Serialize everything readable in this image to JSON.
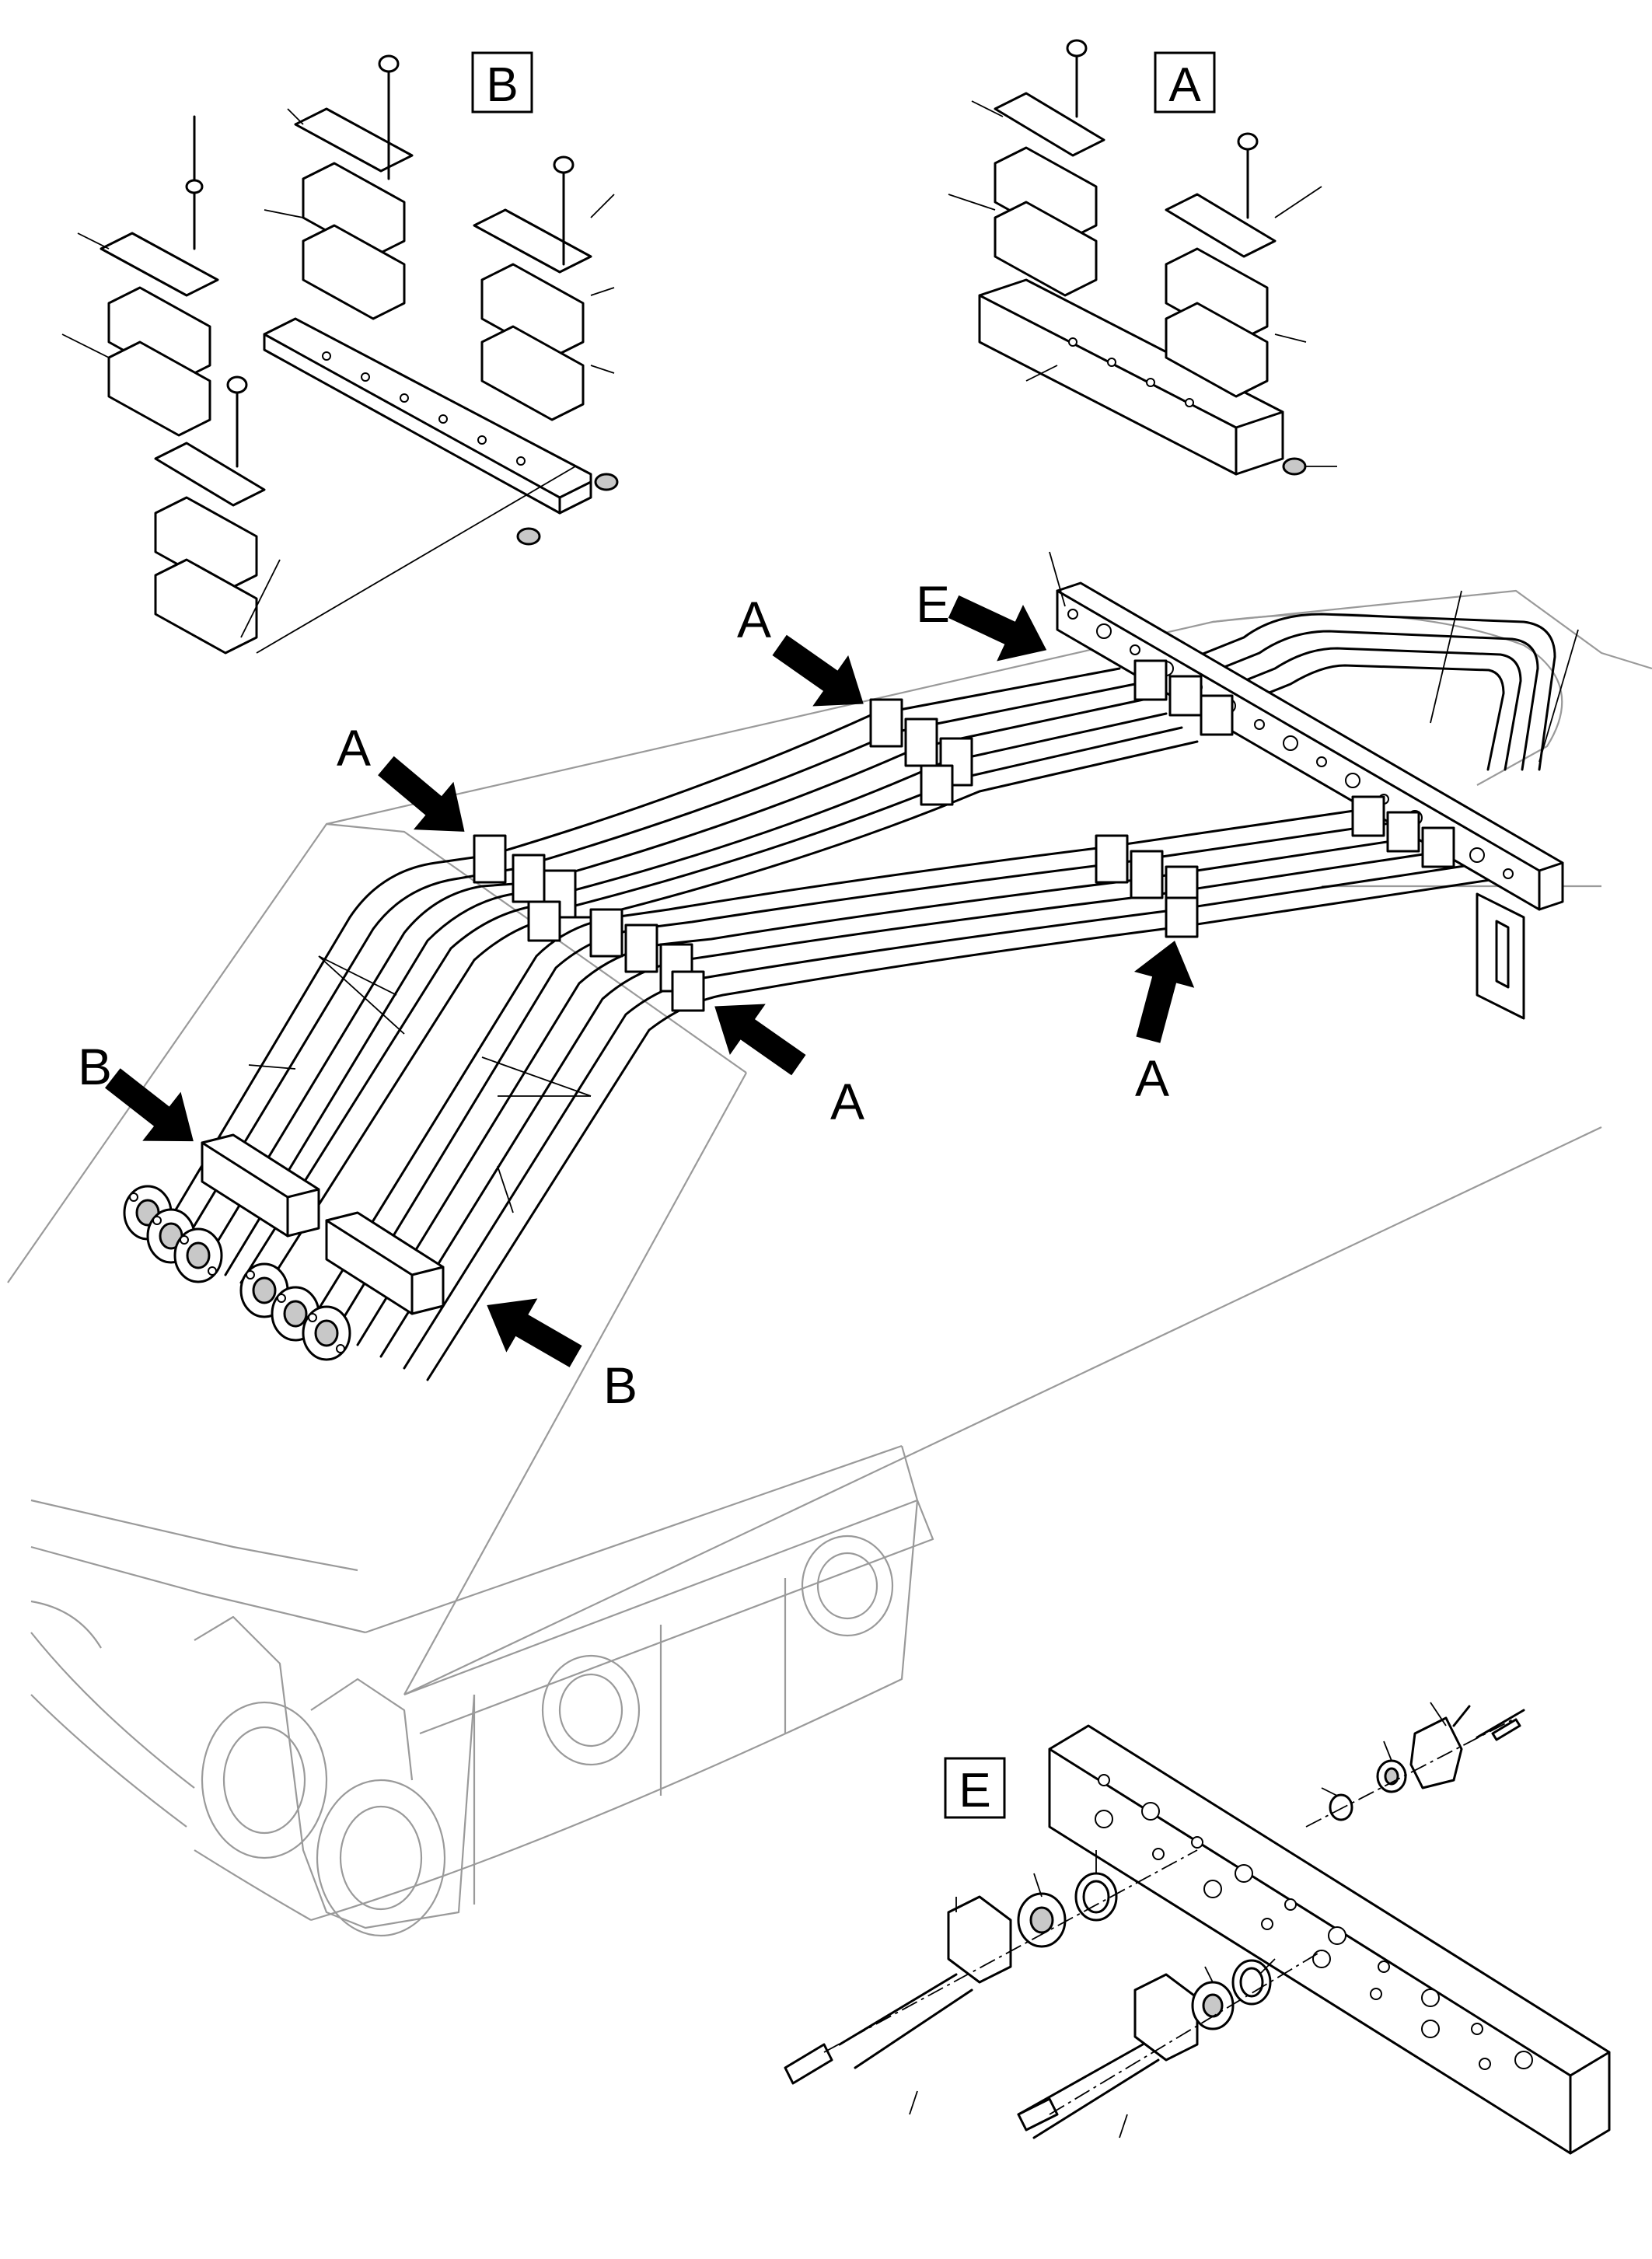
{
  "callouts": {
    "box_b": "B",
    "box_a": "A",
    "box_e": "E",
    "arrow_e": "E",
    "arrow_a_top": "A",
    "arrow_a_left": "A",
    "arrow_a_mid": "A",
    "arrow_a_right": "A",
    "arrow_b_left": "B",
    "arrow_b_bottom": "B"
  },
  "colors": {
    "ink": "#000000",
    "ghost_outline": "#9a9a9a",
    "background": "#ffffff"
  }
}
